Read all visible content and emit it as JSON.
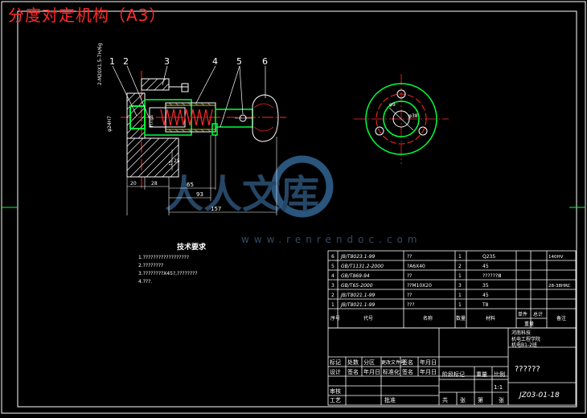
{
  "title": "分度对定机构（A3）",
  "watermark": {
    "brand": "人人文库",
    "url": "www.renrendoc.com"
  },
  "callouts": [
    "1",
    "2",
    "3",
    "4",
    "5",
    "6"
  ],
  "dimensions": {
    "d157": "157",
    "d93": "93",
    "d65": "65",
    "d20": "20",
    "d25": "25",
    "d28": "28",
    "d15": "15",
    "thread_note": "2-M20X1.5-7H/6g",
    "dia_left": "φ24H7",
    "dia_mid": "φ18",
    "fit_mid": "H7/g6",
    "pcd": "φ38",
    "hole": "φ9"
  },
  "tech_requirements": {
    "heading": "技术要求",
    "items": [
      "1.??????????????????",
      "2.????????",
      "3.????????X45?,????????",
      "4.???."
    ]
  },
  "bom": [
    {
      "no": "6",
      "code": "JB/T8023.1-99",
      "name": "??",
      "qty": "1",
      "material": "Q235",
      "remark": "140HV"
    },
    {
      "no": "5",
      "code": "GB/T1131.2-2000",
      "name": "?A6X40",
      "qty": "2",
      "material": "45",
      "remark": ""
    },
    {
      "no": "4",
      "code": "GB/T869-94",
      "name": "??",
      "qty": "1",
      "material": "??????Ⅲ",
      "remark": ""
    },
    {
      "no": "3",
      "code": "GB/T65-2000",
      "name": "??M10X20",
      "qty": "3",
      "material": "35",
      "remark": "28-38HRC"
    },
    {
      "no": "2",
      "code": "JB/T8021.1-99",
      "name": "??",
      "qty": "1",
      "material": "45",
      "remark": ""
    },
    {
      "no": "1",
      "code": "JB/T8021.1-99",
      "name": "???",
      "qty": "1",
      "material": "T8",
      "remark": ""
    }
  ],
  "bom_header": {
    "no": "序号",
    "code": "代号",
    "name": "名称",
    "qty": "数量",
    "material": "材料",
    "unit_weight": "单件",
    "total_weight": "总计",
    "weight": "重量",
    "remark": "备注"
  },
  "title_block": {
    "university": "河南科技",
    "college": "机电工程学院",
    "class_name": "机电B1-2班",
    "row1": [
      "标记",
      "处数",
      "分区",
      "更改文件号",
      "签名",
      "年月日"
    ],
    "row2": [
      "设计",
      "签名",
      "年月日",
      "标准化",
      "签名",
      "年月日"
    ],
    "review": "审核",
    "process": "工艺",
    "approve": "批准",
    "stage": "阶段标记",
    "weight": "重量",
    "scale": "比例",
    "scale_value": "1:1",
    "total": "共",
    "sheet": "张",
    "page": "第",
    "page_unit": "张",
    "drawing_name": "??????",
    "drawing_no": "JZ03-01-18"
  }
}
